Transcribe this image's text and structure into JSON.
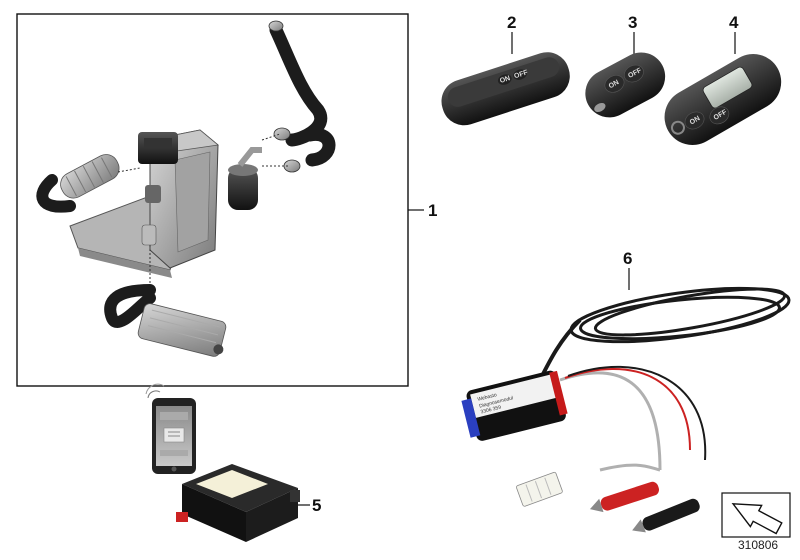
{
  "callouts": {
    "item1": "1",
    "item2": "2",
    "item3": "3",
    "item4": "4",
    "item5": "5",
    "item6": "6"
  },
  "remote2": {
    "on": "ON",
    "off": "OFF"
  },
  "remote3": {
    "on": "ON",
    "off": "OFF"
  },
  "remote4": {
    "on": "ON",
    "off": "OFF"
  },
  "diagnostic_interface": {
    "brand": "Webasto",
    "label1": "Diagnosemodul",
    "label2": "3306  359"
  },
  "reference": "310806",
  "icons": [
    "heater-assembly-icon",
    "remote-key-icon",
    "smartphone-icon",
    "control-module-icon",
    "diagnostic-cable-icon",
    "direction-arrow-icon"
  ],
  "colors": {
    "line": "#111111",
    "rubber": "#1f1f1f",
    "metal": "#9a9a9a",
    "red": "#cc2222"
  }
}
